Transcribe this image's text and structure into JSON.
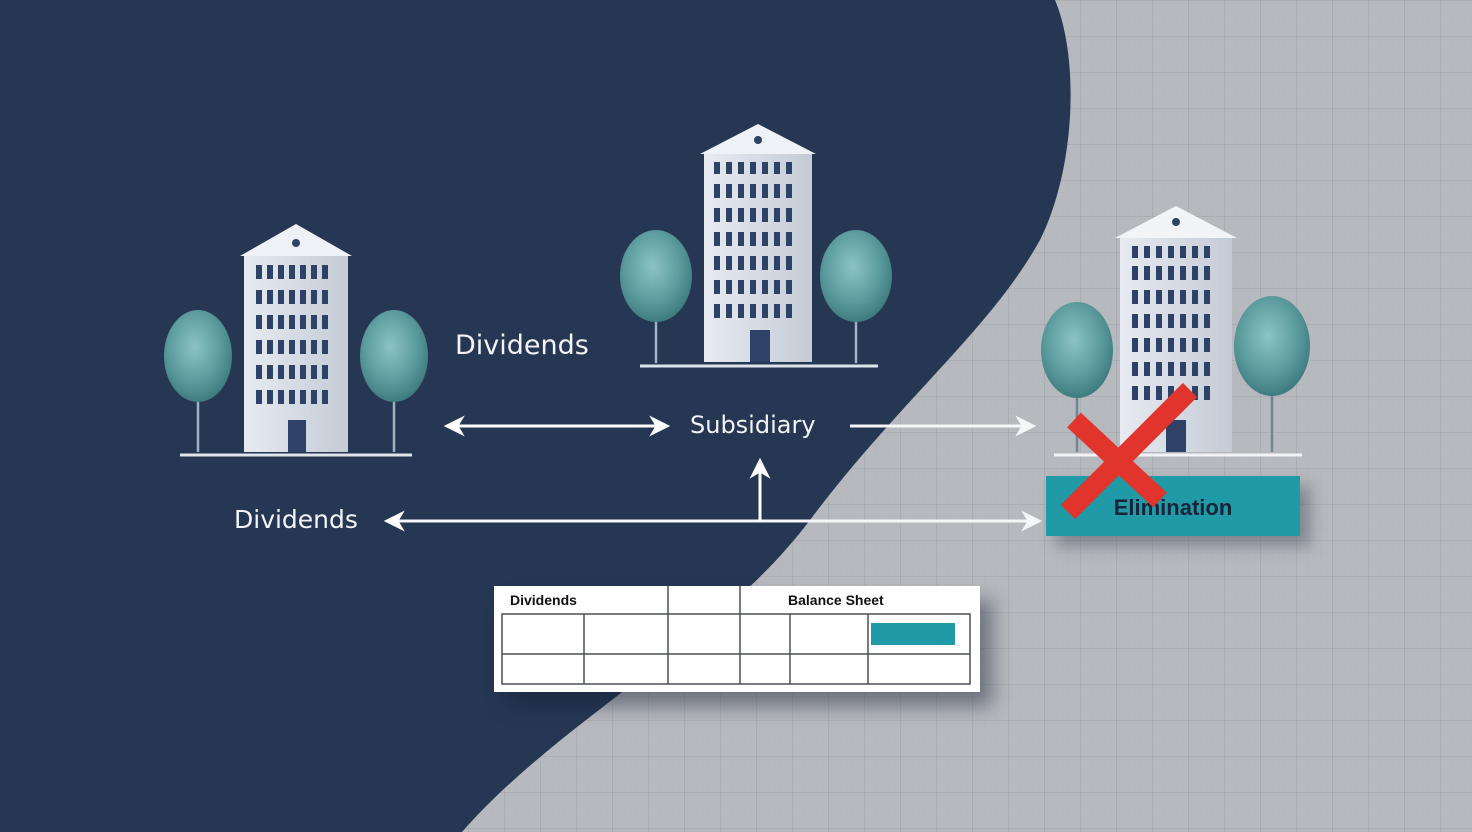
{
  "labels": {
    "dividends_top": "Dividends",
    "dividends_bottom": "Dividends",
    "subsidiary": "Subsidiary",
    "elimination": "Elimination"
  },
  "table": {
    "header_left": "Dividends",
    "header_right": "Balance Sheet"
  },
  "colors": {
    "navy": "#263754",
    "grid_bg": "#b6b9bd",
    "teal": "#1f9aa6",
    "tree": "#5e9ea0",
    "red_x": "#e0342c"
  }
}
